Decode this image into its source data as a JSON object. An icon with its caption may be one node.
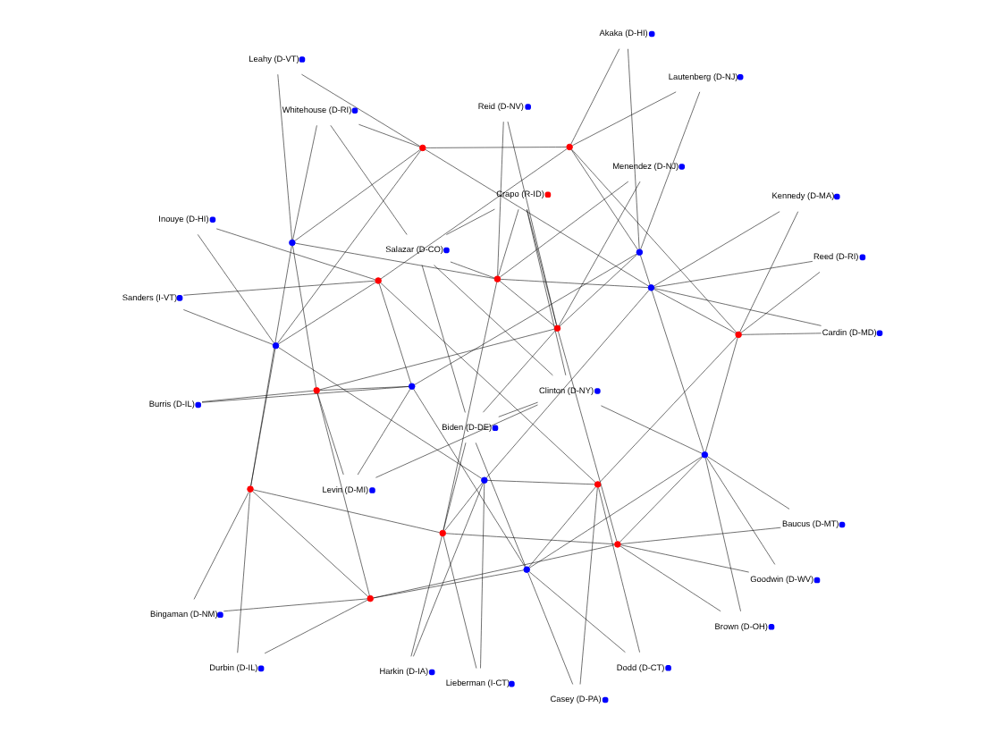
{
  "diagram": {
    "nodes": [
      {
        "text": [
          "Clinton (D-NY)"
        ]
      },
      {
        "text": [
          "Salazar (D-CO)"
        ]
      },
      {
        "text": [
          "Biden (D-DE)"
        ]
      },
      {
        "text": [
          "Crapo (R-ID)"
        ]
      },
      {
        "text": [
          "Cardin (D-MD)"
        ]
      },
      {
        "text": [
          "Brown (D-OH)"
        ]
      },
      {
        "text": [
          "Harkin (D-IA)"
        ]
      },
      {
        "text": [
          "Casey (D-PA)"
        ]
      },
      {
        "text": [
          "Durbin (D-IL)"
        ]
      },
      {
        "text": [
          "Sanders (I-VT)"
        ]
      },
      {
        "text": [
          "Levin (D-MI)"
        ]
      },
      {
        "text": [
          "Whitehouse (D-RI)"
        ]
      },
      {
        "text": [
          "Lautenberg (D-NJ)"
        ]
      },
      {
        "text": [
          "Menendez (D-NJ)"
        ]
      },
      {
        "text": [
          "Reed (D-RI)"
        ]
      },
      {
        "text": [
          "Baucus (D-MT)"
        ]
      },
      {
        "text": [
          "Lieberman (I-CT)"
        ]
      },
      {
        "text": [
          "Dodd (D-CT)"
        ]
      },
      {
        "text": [
          "Bingaman (D-NM)"
        ]
      },
      {
        "text": [
          "Inouye (D-HI)"
        ]
      },
      {
        "text": [
          "Burris (D-IL)"
        ]
      },
      {
        "text": [
          "Leahy (D-VT)"
        ]
      },
      {
        "text": [
          "Akaka (D-HI)"
        ]
      },
      {
        "text": [
          "Reid (D-NV)"
        ]
      },
      {
        "text": [
          "Kennedy (D-MA)"
        ]
      },
      {
        "text": [
          "Goodwin (D-WV)"
        ]
      },
      {
        "text": [],
        "shape": "circle"
      },
      {
        "text": [],
        "shape": "circle"
      },
      {
        "text": [],
        "shape": "circle"
      },
      {
        "text": [],
        "shape": "circle"
      },
      {
        "text": [],
        "shape": "circle"
      },
      {
        "text": [],
        "shape": "circle"
      },
      {
        "text": [],
        "shape": "circle"
      },
      {
        "text": [],
        "shape": "circle"
      },
      {
        "text": [],
        "shape": "circle"
      },
      {
        "text": [],
        "shape": "circle"
      },
      {
        "text": [],
        "shape": "circle"
      },
      {
        "text": [],
        "shape": "circle"
      },
      {
        "text": [],
        "shape": "circle"
      },
      {
        "text": [],
        "shape": "circle"
      },
      {
        "text": [],
        "shape": "circle"
      },
      {
        "text": [],
        "shape": "circle"
      },
      {
        "text": [],
        "shape": "circle"
      },
      {
        "text": [],
        "shape": "circle"
      },
      {
        "text": [],
        "shape": "circle"
      },
      {
        "text": [],
        "shape": "circle"
      }
    ],
    "edges": [
      {
        "from": 0,
        "to": 1,
        "arrow": "none"
      },
      {
        "from": 0,
        "to": 2,
        "arrow": "none"
      },
      {
        "from": 1,
        "to": 2,
        "arrow": "none"
      },
      {
        "from": 0,
        "to": 3,
        "arrow": "none"
      },
      {
        "from": 0,
        "to": 10,
        "arrow": "none"
      },
      {
        "from": 0,
        "to": 30,
        "arrow": "none"
      },
      {
        "from": 1,
        "to": 3,
        "arrow": "none"
      },
      {
        "from": 1,
        "to": 11,
        "arrow": "none"
      },
      {
        "from": 1,
        "to": 27,
        "arrow": "none"
      },
      {
        "from": 2,
        "to": 26,
        "arrow": "none"
      },
      {
        "from": 2,
        "to": 32,
        "arrow": "none"
      },
      {
        "from": 2,
        "to": 35,
        "arrow": "none"
      },
      {
        "from": 26,
        "to": 27,
        "arrow": "none"
      },
      {
        "from": 27,
        "to": 28,
        "arrow": "none"
      },
      {
        "from": 28,
        "to": 29,
        "arrow": "none"
      },
      {
        "from": 29,
        "to": 30,
        "arrow": "none"
      },
      {
        "from": 30,
        "to": 31,
        "arrow": "none"
      },
      {
        "from": 31,
        "to": 32,
        "arrow": "none"
      },
      {
        "from": 32,
        "to": 33,
        "arrow": "none"
      },
      {
        "from": 33,
        "to": 34,
        "arrow": "none"
      },
      {
        "from": 34,
        "to": 35,
        "arrow": "none"
      },
      {
        "from": 35,
        "to": 36,
        "arrow": "none"
      },
      {
        "from": 36,
        "to": 37,
        "arrow": "none"
      },
      {
        "from": 37,
        "to": 38,
        "arrow": "none"
      },
      {
        "from": 38,
        "to": 39,
        "arrow": "none"
      },
      {
        "from": 39,
        "to": 40,
        "arrow": "none"
      },
      {
        "from": 40,
        "to": 41,
        "arrow": "none"
      },
      {
        "from": 41,
        "to": 42,
        "arrow": "none"
      },
      {
        "from": 42,
        "to": 43,
        "arrow": "none"
      },
      {
        "from": 43,
        "to": 44,
        "arrow": "none"
      },
      {
        "from": 44,
        "to": 45,
        "arrow": "none"
      },
      {
        "from": 45,
        "to": 26,
        "arrow": "none"
      },
      {
        "from": 26,
        "to": 31,
        "arrow": "none"
      },
      {
        "from": 27,
        "to": 32,
        "arrow": "none"
      },
      {
        "from": 28,
        "to": 33,
        "arrow": "none"
      },
      {
        "from": 29,
        "to": 34,
        "arrow": "none"
      },
      {
        "from": 30,
        "to": 35,
        "arrow": "none"
      },
      {
        "from": 31,
        "to": 36,
        "arrow": "none"
      },
      {
        "from": 32,
        "to": 37,
        "arrow": "none"
      },
      {
        "from": 33,
        "to": 38,
        "arrow": "none"
      },
      {
        "from": 34,
        "to": 39,
        "arrow": "none"
      },
      {
        "from": 35,
        "to": 40,
        "arrow": "none"
      },
      {
        "from": 36,
        "to": 41,
        "arrow": "none"
      },
      {
        "from": 37,
        "to": 42,
        "arrow": "none"
      },
      {
        "from": 38,
        "to": 43,
        "arrow": "none"
      },
      {
        "from": 39,
        "to": 44,
        "arrow": "none"
      },
      {
        "from": 40,
        "to": 45,
        "arrow": "none"
      },
      {
        "from": 41,
        "to": 26,
        "arrow": "none"
      },
      {
        "from": 42,
        "to": 27,
        "arrow": "none"
      },
      {
        "from": 43,
        "to": 28,
        "arrow": "none"
      },
      {
        "from": 44,
        "to": 29,
        "arrow": "none"
      },
      {
        "from": 45,
        "to": 30,
        "arrow": "none"
      },
      {
        "from": 3,
        "to": 26,
        "arrow": "none"
      },
      {
        "from": 3,
        "to": 27,
        "arrow": "none"
      },
      {
        "from": 4,
        "to": 28,
        "arrow": "none"
      },
      {
        "from": 4,
        "to": 29,
        "arrow": "none"
      },
      {
        "from": 5,
        "to": 30,
        "arrow": "none"
      },
      {
        "from": 5,
        "to": 31,
        "arrow": "none"
      },
      {
        "from": 6,
        "to": 32,
        "arrow": "none"
      },
      {
        "from": 6,
        "to": 33,
        "arrow": "none"
      },
      {
        "from": 7,
        "to": 34,
        "arrow": "none"
      },
      {
        "from": 7,
        "to": 35,
        "arrow": "none"
      },
      {
        "from": 8,
        "to": 36,
        "arrow": "none"
      },
      {
        "from": 8,
        "to": 37,
        "arrow": "none"
      },
      {
        "from": 9,
        "to": 38,
        "arrow": "none"
      },
      {
        "from": 9,
        "to": 39,
        "arrow": "none"
      },
      {
        "from": 10,
        "to": 40,
        "arrow": "none"
      },
      {
        "from": 10,
        "to": 41,
        "arrow": "none"
      },
      {
        "from": 11,
        "to": 42,
        "arrow": "none"
      },
      {
        "from": 11,
        "to": 43,
        "arrow": "none"
      },
      {
        "from": 12,
        "to": 44,
        "arrow": "none"
      },
      {
        "from": 12,
        "to": 45,
        "arrow": "none"
      },
      {
        "from": 13,
        "to": 26,
        "arrow": "none"
      },
      {
        "from": 13,
        "to": 27,
        "arrow": "none"
      },
      {
        "from": 14,
        "to": 28,
        "arrow": "none"
      },
      {
        "from": 14,
        "to": 29,
        "arrow": "none"
      },
      {
        "from": 15,
        "to": 30,
        "arrow": "none"
      },
      {
        "from": 15,
        "to": 31,
        "arrow": "none"
      },
      {
        "from": 16,
        "to": 32,
        "arrow": "none"
      },
      {
        "from": 16,
        "to": 33,
        "arrow": "none"
      },
      {
        "from": 17,
        "to": 34,
        "arrow": "none"
      },
      {
        "from": 17,
        "to": 35,
        "arrow": "none"
      },
      {
        "from": 18,
        "to": 36,
        "arrow": "none"
      },
      {
        "from": 18,
        "to": 37,
        "arrow": "none"
      },
      {
        "from": 19,
        "to": 38,
        "arrow": "none"
      },
      {
        "from": 19,
        "to": 39,
        "arrow": "none"
      },
      {
        "from": 20,
        "to": 40,
        "arrow": "none"
      },
      {
        "from": 20,
        "to": 41,
        "arrow": "none"
      },
      {
        "from": 21,
        "to": 42,
        "arrow": "none"
      },
      {
        "from": 21,
        "to": 43,
        "arrow": "none"
      },
      {
        "from": 22,
        "to": 44,
        "arrow": "none"
      },
      {
        "from": 22,
        "to": 45,
        "arrow": "none"
      },
      {
        "from": 23,
        "to": 26,
        "arrow": "none"
      },
      {
        "from": 23,
        "to": 27,
        "arrow": "none"
      },
      {
        "from": 24,
        "to": 28,
        "arrow": "none"
      },
      {
        "from": 24,
        "to": 29,
        "arrow": "none"
      },
      {
        "from": 25,
        "to": 30,
        "arrow": "none"
      },
      {
        "from": 25,
        "to": 31,
        "arrow": "none"
      }
    ]
  }
}
